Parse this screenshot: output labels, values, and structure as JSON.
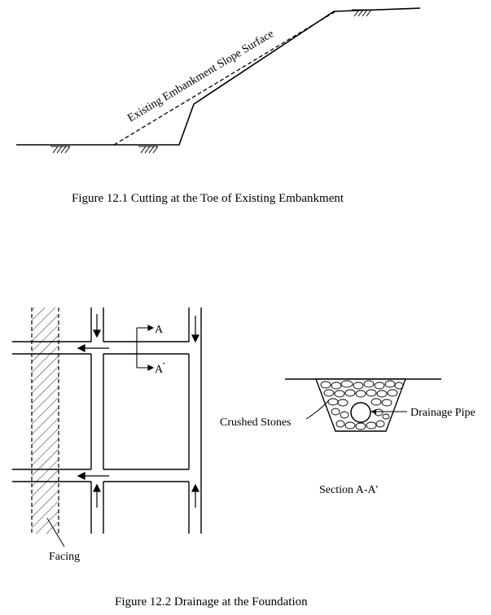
{
  "figure1": {
    "caption": "Figure 12.1 Cutting at the Toe of Existing Embankment",
    "slope_label": "Existing Embankment Slope Surface"
  },
  "figure2": {
    "caption": "Figure 12.2 Drainage at the Foundation",
    "section_marker_top": "A",
    "section_marker_bottom": "A ́",
    "facing_label": "Facing",
    "crushed_stones_label": "Crushed Stones",
    "drainage_pipe_label": "Drainage Pipe",
    "section_title": "Section A-A'"
  }
}
